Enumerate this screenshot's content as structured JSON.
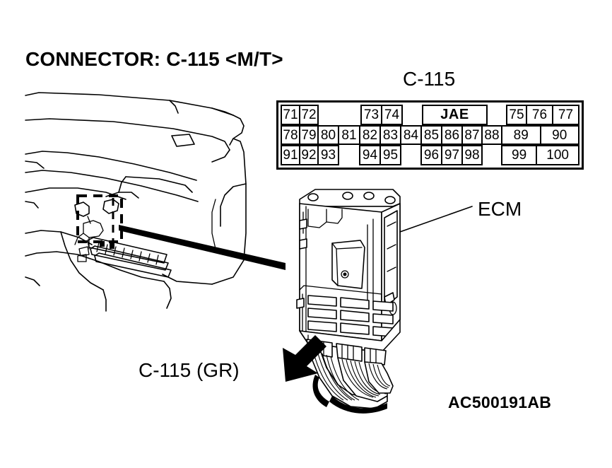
{
  "figure": {
    "title": "CONNECTOR: C-115 <M/T>",
    "reference_code": "AC500191AB"
  },
  "connector": {
    "heading": "C-115",
    "harness_label": "C-115 (GR)",
    "component_label": "ECM",
    "manufacturer_mark": "JAE"
  },
  "pin_table": {
    "columns": 13,
    "rows": [
      {
        "cells": [
          {
            "label": "71",
            "span": 1,
            "blank": false
          },
          {
            "label": "72",
            "span": 1,
            "blank": false
          },
          {
            "label": "",
            "span": 2,
            "blank": true
          },
          {
            "label": "73",
            "span": 1,
            "blank": false
          },
          {
            "label": "74",
            "span": 1,
            "blank": false
          },
          {
            "label": "",
            "span": 1,
            "blank": true
          },
          {
            "label": "JAE",
            "span": 3,
            "blank": false
          },
          {
            "label": "",
            "span": 1,
            "blank": true
          },
          {
            "label": "75",
            "span": 1,
            "blank": false
          },
          {
            "label": "76",
            "span": 1,
            "blank": false
          },
          {
            "label": "77",
            "span": 1,
            "blank": false
          }
        ]
      },
      {
        "cells": [
          {
            "label": "78",
            "span": 1,
            "blank": false
          },
          {
            "label": "79",
            "span": 1,
            "blank": false
          },
          {
            "label": "80",
            "span": 1,
            "blank": false
          },
          {
            "label": "81",
            "span": 1,
            "blank": false
          },
          {
            "label": "82",
            "span": 1,
            "blank": false
          },
          {
            "label": "83",
            "span": 1,
            "blank": false
          },
          {
            "label": "84",
            "span": 1,
            "blank": false
          },
          {
            "label": "85",
            "span": 1,
            "blank": false
          },
          {
            "label": "86",
            "span": 1,
            "blank": false
          },
          {
            "label": "87",
            "span": 1,
            "blank": false
          },
          {
            "label": "88",
            "span": 1,
            "blank": false
          },
          {
            "label": "89",
            "span": 1,
            "blank": false
          },
          {
            "label": "90",
            "span": 1,
            "blank": false
          }
        ]
      },
      {
        "cells": [
          {
            "label": "91",
            "span": 1,
            "blank": false
          },
          {
            "label": "92",
            "span": 1,
            "blank": false
          },
          {
            "label": "93",
            "span": 1,
            "blank": false
          },
          {
            "label": "",
            "span": 1,
            "blank": true
          },
          {
            "label": "94",
            "span": 1,
            "blank": false
          },
          {
            "label": "95",
            "span": 1,
            "blank": false
          },
          {
            "label": "",
            "span": 1,
            "blank": true
          },
          {
            "label": "96",
            "span": 1,
            "blank": false
          },
          {
            "label": "97",
            "span": 1,
            "blank": false
          },
          {
            "label": "98",
            "span": 1,
            "blank": false
          },
          {
            "label": "",
            "span": 1,
            "blank": true
          },
          {
            "label": "99",
            "span": 1,
            "blank": false
          },
          {
            "label": "100",
            "span": 1,
            "blank": false
          }
        ]
      }
    ]
  },
  "colors": {
    "line": "#000000",
    "background": "#ffffff"
  }
}
